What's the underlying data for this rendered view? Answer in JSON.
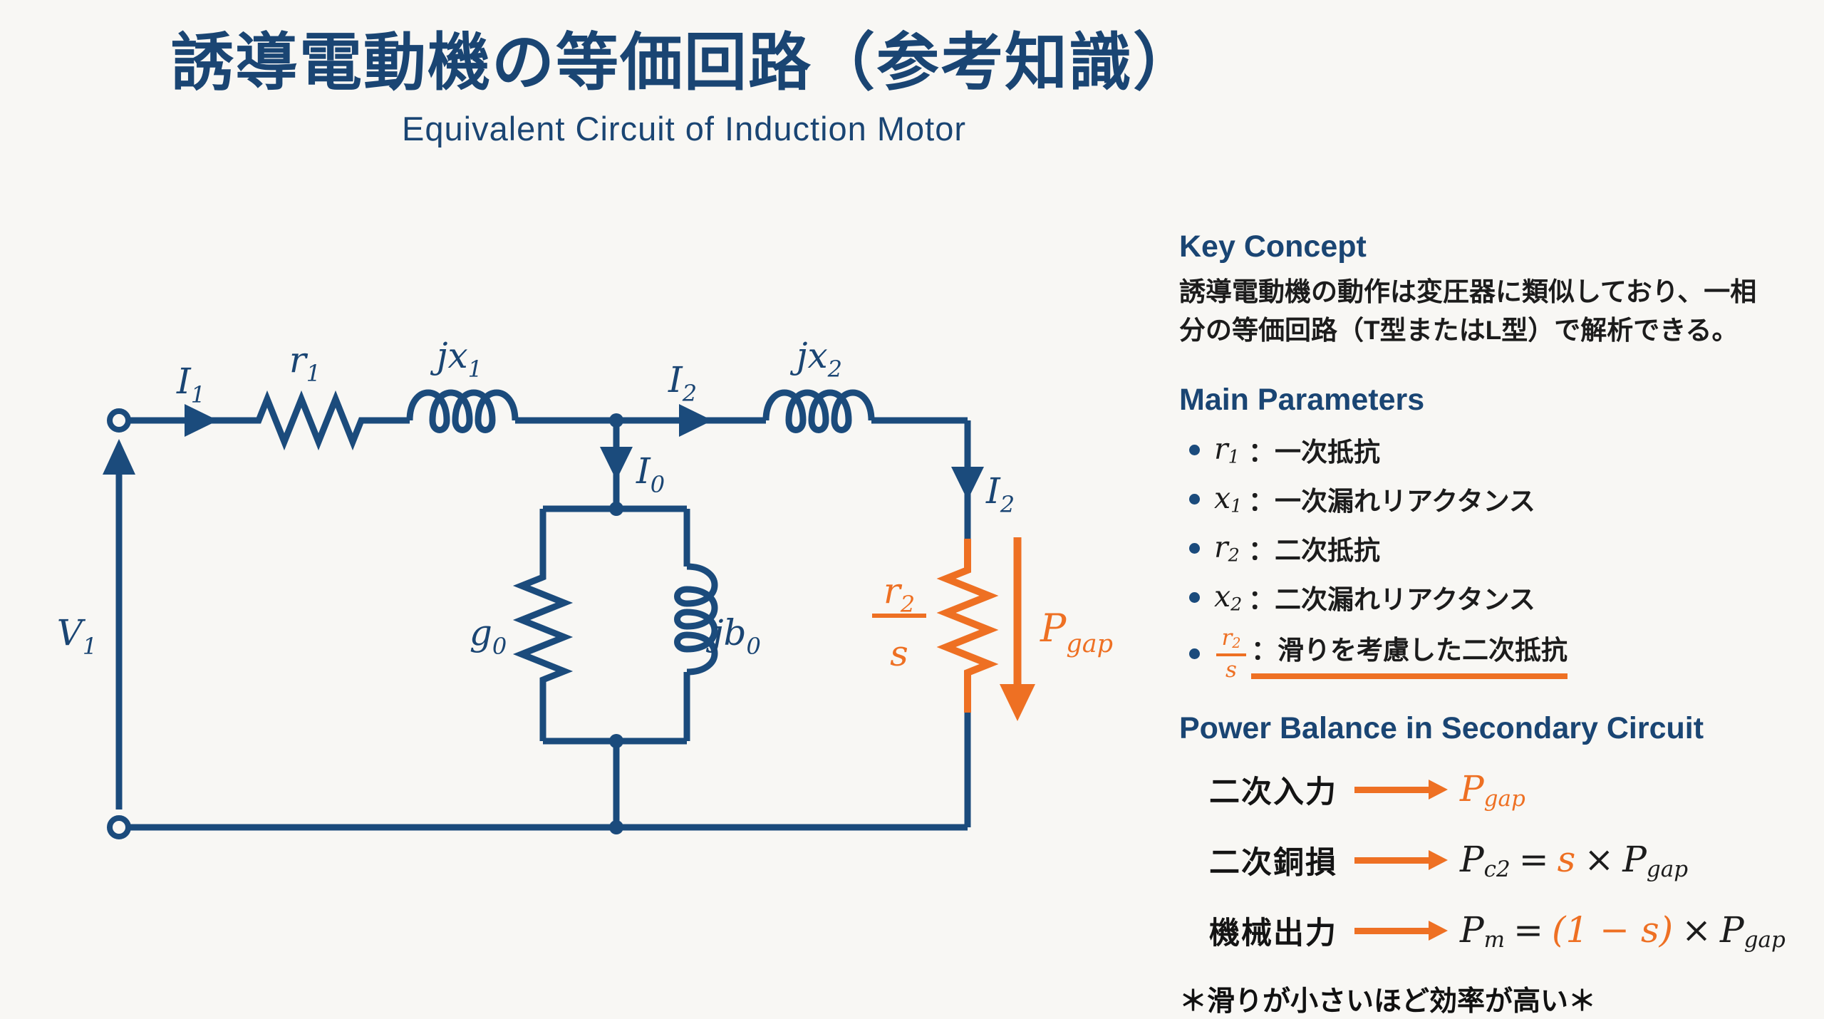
{
  "colors": {
    "navy": "#1b4b7c",
    "orange": "#ee7023",
    "text": "#1c1c1c",
    "background": "#f8f7f4"
  },
  "title": {
    "main": "誘導電動機の等価回路（参考知識）",
    "sub": "Equivalent Circuit of Induction Motor"
  },
  "circuit": {
    "v1": {
      "base": "V",
      "sub": "1"
    },
    "i1": {
      "base": "I",
      "sub": "1"
    },
    "r1": {
      "base": "r",
      "sub": "1"
    },
    "jx1": {
      "base": "jx",
      "sub": "1"
    },
    "i2_top": {
      "base": "I",
      "sub": "2"
    },
    "jx2": {
      "base": "jx",
      "sub": "2"
    },
    "i0": {
      "base": "I",
      "sub": "0"
    },
    "i2_right": {
      "base": "I",
      "sub": "2"
    },
    "g0": {
      "base": "g",
      "sub": "0"
    },
    "jb0": {
      "base": "jb",
      "sub": "0"
    },
    "r2s": {
      "num_base": "r",
      "num_sub": "2",
      "den": "s"
    },
    "pgap": {
      "base": "P",
      "sub": "gap"
    }
  },
  "key_concept": {
    "heading": "Key Concept",
    "body": "誘導電動機の動作は変圧器に類似しており、一相\n分の等価回路（T型またはL型）で解析できる。"
  },
  "main_parameters": {
    "heading": "Main Parameters",
    "items": [
      {
        "sym": "r",
        "sub": "1",
        "desc": "：一次抵抗"
      },
      {
        "sym": "x",
        "sub": "1",
        "desc": "：一次漏れリアクタンス"
      },
      {
        "sym": "r",
        "sub": "2",
        "desc": "：二次抵抗"
      },
      {
        "sym": "x",
        "sub": "2",
        "desc": "：二次漏れリアクタンス"
      },
      {
        "frac": {
          "num": "r",
          "num_sub": "2",
          "den": "s"
        },
        "desc": "：滑りを考慮した二次抵抗"
      }
    ]
  },
  "power_balance": {
    "heading": "Power Balance in Secondary Circuit",
    "rows": [
      {
        "label": "二次入力",
        "result": {
          "base": "P",
          "sub": "gap"
        }
      },
      {
        "label": "二次銅損",
        "lhs": {
          "base": "P",
          "sub": "c2"
        },
        "eq": "=",
        "factor": "s",
        "times": "×",
        "rhs": {
          "base": "P",
          "sub": "gap"
        }
      },
      {
        "label": "機械出力",
        "lhs": {
          "base": "P",
          "sub": "m"
        },
        "eq": "=",
        "factor": "(1 − s)",
        "times": "×",
        "rhs": {
          "base": "P",
          "sub": "gap"
        }
      }
    ]
  },
  "note": "＊滑りが小さいほど効率が高い＊"
}
